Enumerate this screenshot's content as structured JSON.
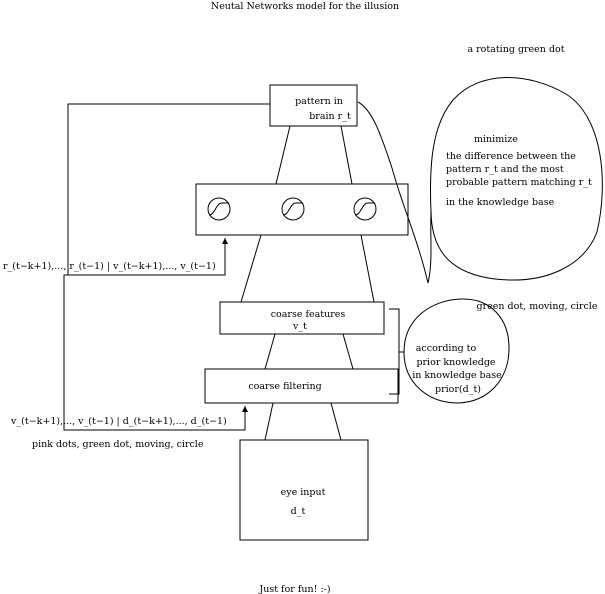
{
  "title": "Neutal Networks model for the illusion",
  "footer": "Just for fun! :-)",
  "nodes": {
    "pattern_box": {
      "line1": "pattern in",
      "line2": "brain   r_t"
    },
    "coarse_features": {
      "line1": "coarse features",
      "line2": "v_t"
    },
    "coarse_filtering": {
      "line1": "coarse filtering"
    },
    "eye_input": {
      "line1": "eye input",
      "line2": "d_t"
    }
  },
  "annotations": {
    "rotating_dot": "a rotating green dot",
    "minimize_lines": [
      "minimize",
      "the difference between the",
      "pattern r_t and the most",
      "probable pattern matching r_t",
      "in the knowledge base"
    ],
    "green_dot_moving_circle": "green dot, moving, circle",
    "prior_lines": [
      "according to",
      "prior knowledge",
      "in knowledge base",
      "prior(d_t)"
    ],
    "feedback_upper": "r_(t−k+1),..., r_(t−1) | v_(t−k+1),..., v_(t−1)",
    "feedback_lower": "v_(t−k+1),..., v_(t−1) | d_(t−k+1),..., d_(t−1)",
    "pink_dots": "pink dots, green dot, moving, circle"
  }
}
